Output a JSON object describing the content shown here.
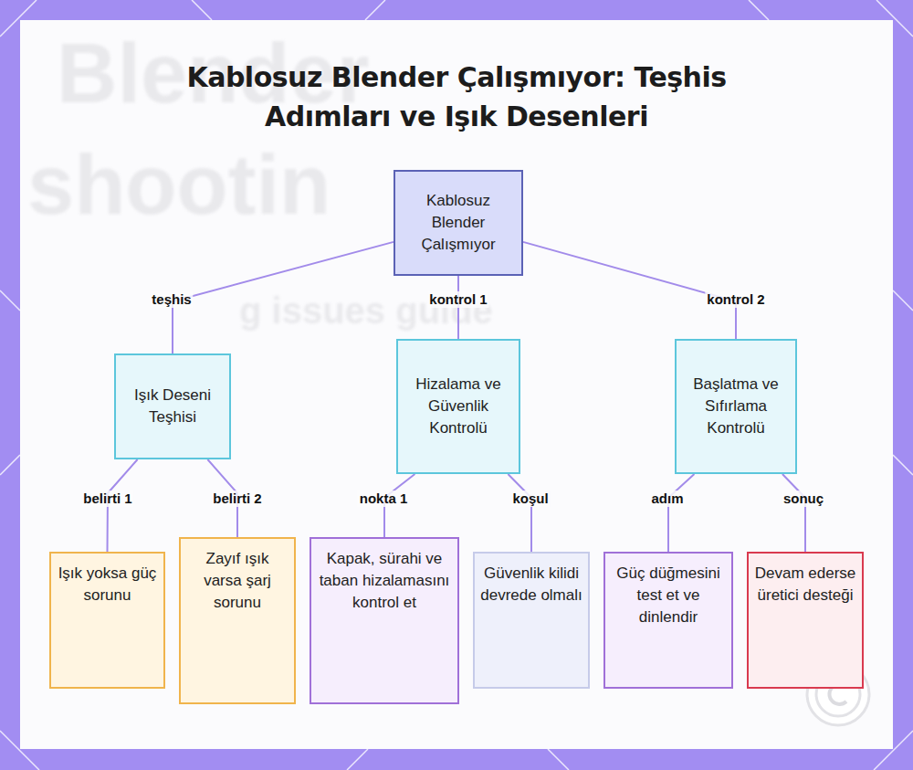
{
  "diagram": {
    "title": "Kablosuz Blender Çalışmıyor: Teşhis Adımları ve Işık Desenleri",
    "nodes": [
      {
        "text": [
          "Kablosuz Blender Çalışmıyor"
        ]
      },
      {
        "text": [
          "Işık Deseni Teşhisi"
        ]
      },
      {
        "text": [
          "Hizalama ve Güvenlik Kontrolü"
        ]
      },
      {
        "text": [
          "Başlatma ve Sıfırlama Kontrolü"
        ]
      },
      {
        "text": [
          "Işık yoksa güç sorunu"
        ]
      },
      {
        "text": [
          "Zayıf ışık varsa şarj sorunu"
        ]
      },
      {
        "text": [
          "Kapak, sürahi ve taban hizalamasını kontrol et"
        ]
      },
      {
        "text": [
          "Güvenlik kilidi devrede olmalı"
        ]
      },
      {
        "text": [
          "Güç düğmesini test et ve dinlendir"
        ]
      },
      {
        "text": [
          "Devam ederse üretici desteği"
        ]
      }
    ],
    "edges": [
      {
        "from": 0,
        "to": 1,
        "label": "teşhis",
        "arrow": "none"
      },
      {
        "from": 0,
        "to": 2,
        "label": "kontrol 1",
        "arrow": "none"
      },
      {
        "from": 0,
        "to": 3,
        "label": "kontrol 2",
        "arrow": "none"
      },
      {
        "from": 1,
        "to": 4,
        "label": "belirti 1",
        "arrow": "none"
      },
      {
        "from": 1,
        "to": 5,
        "label": "belirti 2",
        "arrow": "none"
      },
      {
        "from": 2,
        "to": 6,
        "label": "nokta 1",
        "arrow": "none"
      },
      {
        "from": 2,
        "to": 7,
        "label": "koşul",
        "arrow": "none"
      },
      {
        "from": 3,
        "to": 8,
        "label": "adım",
        "arrow": "none"
      },
      {
        "from": 3,
        "to": 9,
        "label": "sonuç",
        "arrow": "none"
      }
    ],
    "labels": [
      "Blender",
      "shootin",
      "g issues guide"
    ]
  }
}
